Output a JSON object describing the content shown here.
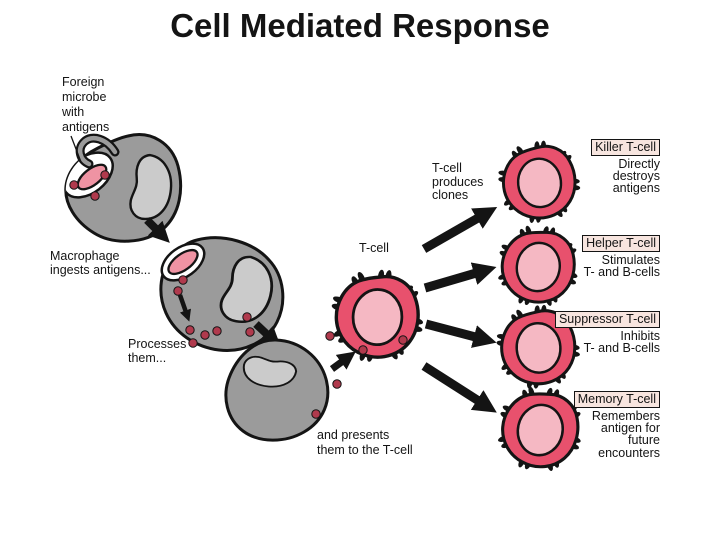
{
  "title": "Cell Mediated Response",
  "labels": {
    "foreign_microbe": "Foreign\nmicrobe\nwith\nantigens",
    "macrophage_ingests": "Macrophage\ningests antigens...",
    "processes": "Processes\nthem...",
    "presents": "and presents\nthem to the T-cell",
    "t_cell": "T-cell",
    "t_cell_produces": "T-cell\nproduces\nclones"
  },
  "clones": [
    {
      "name": "Killer T-cell",
      "description": "Directly\ndestroys\nantigens"
    },
    {
      "name": "Helper T-cell",
      "description": "Stimulates\nT- and B-cells"
    },
    {
      "name": "Suppressor T-cell",
      "description": "Inhibits\nT- and B-cells"
    },
    {
      "name": "Memory T-cell",
      "description": "Remembers\nantigen for\nfuture\nencounters"
    }
  ],
  "colors": {
    "macrophage_body": "#9b9b9b",
    "macrophage_nucleus": "#cbcbcb",
    "t_cell_outer": "#e8516d",
    "t_cell_inner": "#f5b8c3",
    "microbe": "#ef93a3",
    "antigen_dot": "#b03a4d",
    "label_box_bg": "#f7e5df"
  }
}
